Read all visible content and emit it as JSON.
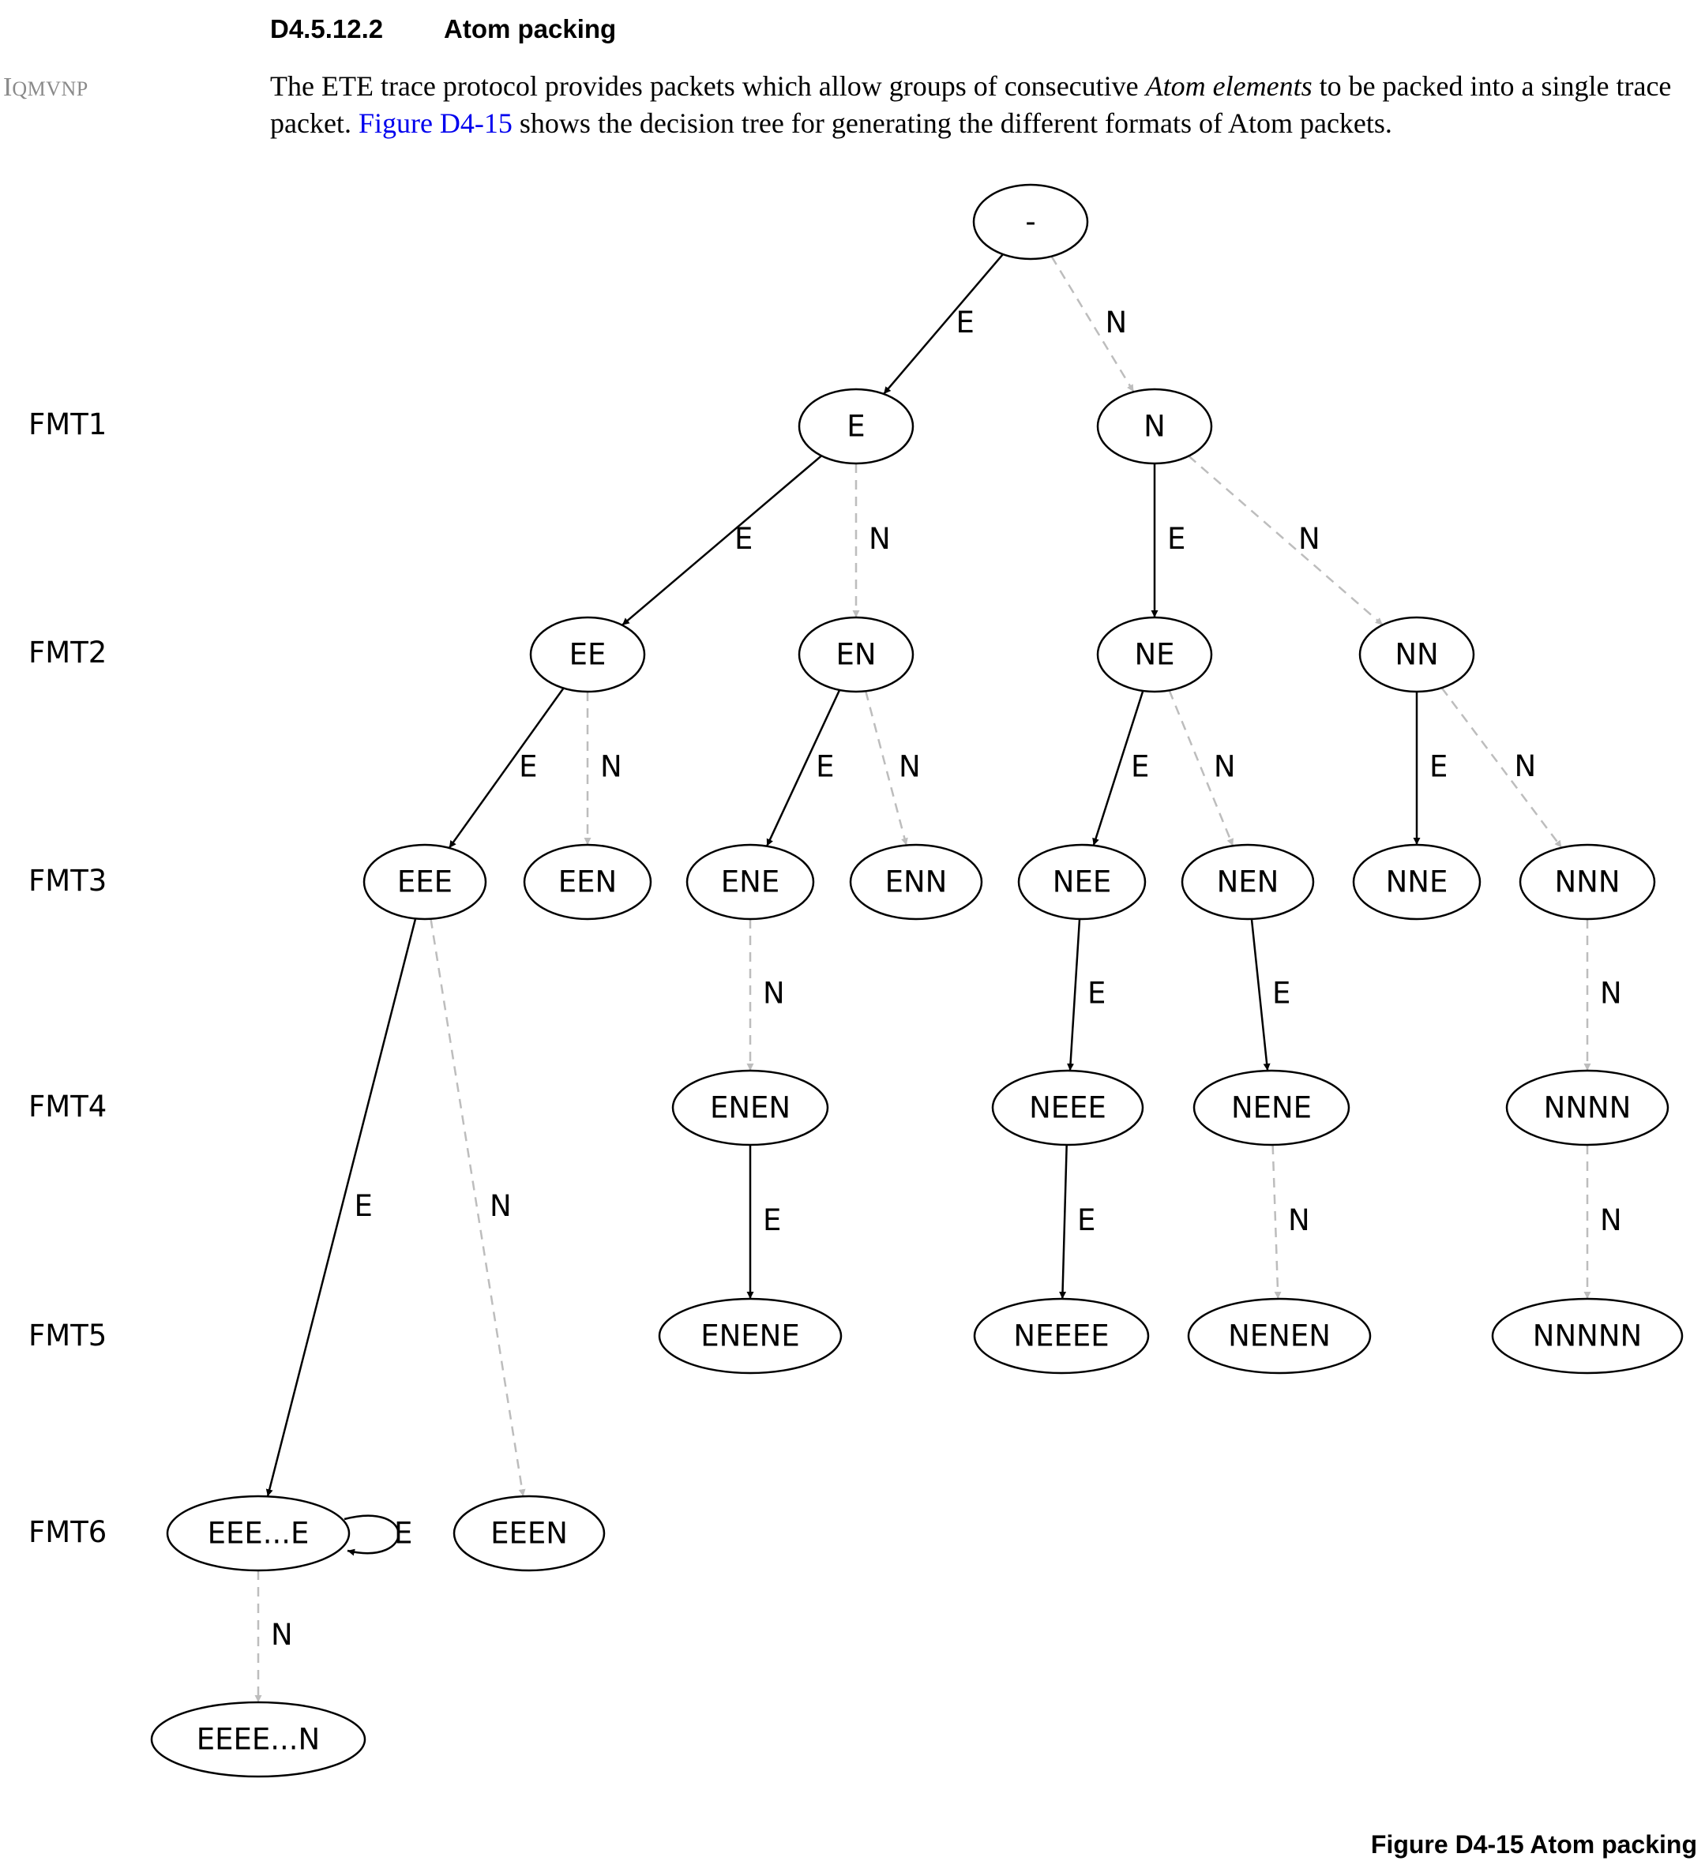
{
  "section": {
    "number": "D4.5.12.2",
    "title": "Atom packing"
  },
  "margin_id": {
    "first": "I",
    "rest": "QMVNP"
  },
  "paragraph": {
    "part1": "The ETE trace protocol provides packets which allow groups of consecutive ",
    "italic": "Atom elements",
    "part2": " to be packed into a single trace packet. ",
    "link": "Figure D4-15",
    "part3": " shows the decision tree for generating the different formats of Atom packets."
  },
  "formats": [
    "FMT1",
    "FMT2",
    "FMT3",
    "FMT4",
    "FMT5",
    "FMT6"
  ],
  "colors": {
    "solid_edge": "#000000",
    "dashed_edge": "#bdbdbd",
    "link": "#0000ee"
  },
  "tree": {
    "nodes": [
      {
        "id": "root",
        "label": "-"
      },
      {
        "id": "E",
        "label": "E"
      },
      {
        "id": "N",
        "label": "N"
      },
      {
        "id": "EE",
        "label": "EE"
      },
      {
        "id": "EN",
        "label": "EN"
      },
      {
        "id": "NE",
        "label": "NE"
      },
      {
        "id": "NN",
        "label": "NN"
      },
      {
        "id": "EEE",
        "label": "EEE"
      },
      {
        "id": "EEN",
        "label": "EEN"
      },
      {
        "id": "ENE",
        "label": "ENE"
      },
      {
        "id": "ENN",
        "label": "ENN"
      },
      {
        "id": "NEE",
        "label": "NEE"
      },
      {
        "id": "NEN",
        "label": "NEN"
      },
      {
        "id": "NNE",
        "label": "NNE"
      },
      {
        "id": "NNN",
        "label": "NNN"
      },
      {
        "id": "ENEN",
        "label": "ENEN"
      },
      {
        "id": "NEEE",
        "label": "NEEE"
      },
      {
        "id": "NENE",
        "label": "NENE"
      },
      {
        "id": "NNNN",
        "label": "NNNN"
      },
      {
        "id": "ENENE",
        "label": "ENENE"
      },
      {
        "id": "NEEEE",
        "label": "NEEEE"
      },
      {
        "id": "NENEN",
        "label": "NENEN"
      },
      {
        "id": "NNNNN",
        "label": "NNNNN"
      },
      {
        "id": "EEEdotsE",
        "label": "EEE...E"
      },
      {
        "id": "EEEN",
        "label": "EEEN"
      },
      {
        "id": "EEEEdotsN",
        "label": "EEEE...N"
      }
    ],
    "edges": [
      {
        "from": "root",
        "to": "E",
        "label": "E"
      },
      {
        "from": "root",
        "to": "N",
        "label": "N"
      },
      {
        "from": "E",
        "to": "EE",
        "label": "E"
      },
      {
        "from": "E",
        "to": "EN",
        "label": "N"
      },
      {
        "from": "N",
        "to": "NE",
        "label": "E"
      },
      {
        "from": "N",
        "to": "NN",
        "label": "N"
      },
      {
        "from": "EE",
        "to": "EEE",
        "label": "E"
      },
      {
        "from": "EE",
        "to": "EEN",
        "label": "N"
      },
      {
        "from": "EN",
        "to": "ENE",
        "label": "E"
      },
      {
        "from": "EN",
        "to": "ENN",
        "label": "N"
      },
      {
        "from": "NE",
        "to": "NEE",
        "label": "E"
      },
      {
        "from": "NE",
        "to": "NEN",
        "label": "N"
      },
      {
        "from": "NN",
        "to": "NNE",
        "label": "E"
      },
      {
        "from": "NN",
        "to": "NNN",
        "label": "N"
      },
      {
        "from": "EEE",
        "to": "EEEdotsE",
        "label": "E"
      },
      {
        "from": "EEE",
        "to": "EEEN",
        "label": "N"
      },
      {
        "from": "ENE",
        "to": "ENEN",
        "label": "N"
      },
      {
        "from": "NEE",
        "to": "NEEE",
        "label": "E"
      },
      {
        "from": "NEN",
        "to": "NENE",
        "label": "E"
      },
      {
        "from": "NNN",
        "to": "NNNN",
        "label": "N"
      },
      {
        "from": "ENEN",
        "to": "ENENE",
        "label": "E"
      },
      {
        "from": "NEEE",
        "to": "NEEEE",
        "label": "E"
      },
      {
        "from": "NENE",
        "to": "NENEN",
        "label": "N"
      },
      {
        "from": "NNNN",
        "to": "NNNNN",
        "label": "N"
      },
      {
        "from": "EEEdotsE",
        "to": "EEEdotsE",
        "label": "E"
      },
      {
        "from": "EEEdotsE",
        "to": "EEEEdotsN",
        "label": "N"
      }
    ]
  },
  "caption": "Figure D4-15 Atom packing"
}
